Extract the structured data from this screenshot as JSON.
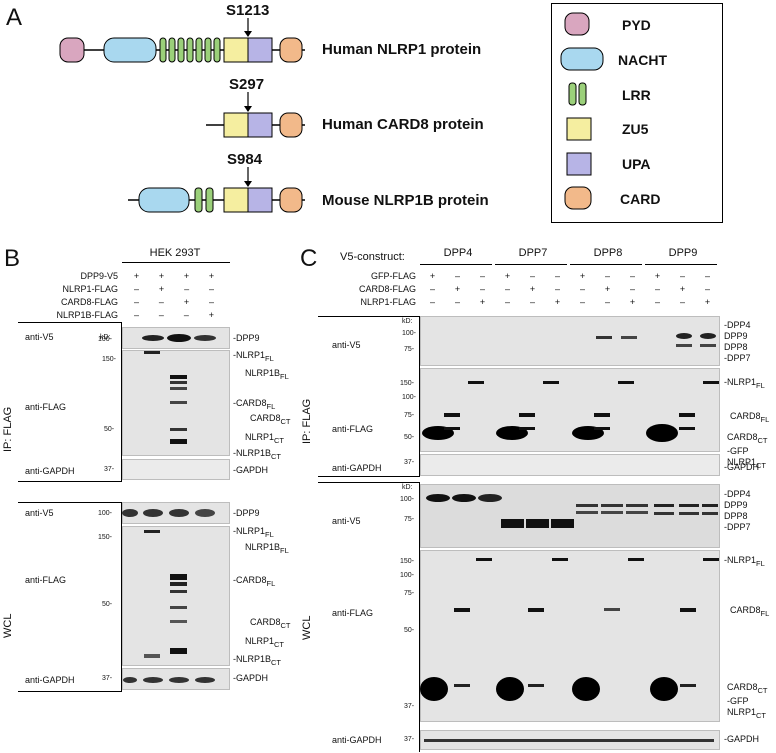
{
  "panels": {
    "a": "A",
    "b": "B",
    "c": "C"
  },
  "panel_a": {
    "sites": [
      "S1213",
      "S297",
      "S984"
    ],
    "proteins": [
      "Human NLRP1 protein",
      "Human CARD8 protein",
      "Mouse NLRP1B protein"
    ],
    "legend": [
      {
        "label": "PYD",
        "color": "#d9a6bf"
      },
      {
        "label": "NACHT",
        "color": "#a9d8ef"
      },
      {
        "label": "LRR",
        "color": "#9bd07a"
      },
      {
        "label": "ZU5",
        "color": "#f5eea0"
      },
      {
        "label": "UPA",
        "color": "#b7b4e6"
      },
      {
        "label": "CARD",
        "color": "#f2b98a"
      }
    ]
  },
  "panel_b": {
    "cell_line": "HEK 293T",
    "conditions": [
      {
        "label": "DPP9-V5",
        "marks": [
          "+",
          "+",
          "+",
          "+"
        ]
      },
      {
        "label": "NLRP1-FLAG",
        "marks": [
          "–",
          "+",
          "–",
          "–"
        ]
      },
      {
        "label": "CARD8-FLAG",
        "marks": [
          "–",
          "–",
          "+",
          "–"
        ]
      },
      {
        "label": "NLRP1B-FLAG",
        "marks": [
          "–",
          "–",
          "–",
          "+"
        ]
      }
    ],
    "ip_label": "IP: FLAG",
    "wcl_label": "WCL",
    "kd_label": "kD:",
    "ip_blots": {
      "v5": "anti-V5",
      "flag": "anti-FLAG",
      "gapdh": "anti-GAPDH"
    },
    "wcl_blots": {
      "v5": "anti-V5",
      "flag": "anti-FLAG",
      "gapdh": "anti-GAPDH"
    },
    "markers": {
      "m100": "100-",
      "m150": "150-",
      "m50": "50-",
      "m37": "37-"
    },
    "bands": {
      "dpp9": "DPP9",
      "nlrp1fl": "NLRP1",
      "nlrp1bfl": "NLRP1B",
      "card8fl": "CARD8",
      "card8ct": "CARD8",
      "nlrp1ct": "NLRP1",
      "nlrp1bct": "NLRP1B",
      "gapdh": "GAPDH",
      "fl": "FL",
      "ct": "CT"
    }
  },
  "panel_c": {
    "construct_label": "V5-construct:",
    "constructs": [
      "DPP4",
      "DPP7",
      "DPP8",
      "DPP9"
    ],
    "conditions": [
      {
        "label": "GFP-FLAG",
        "marks": [
          "+",
          "–",
          "–"
        ]
      },
      {
        "label": "CARD8-FLAG",
        "marks": [
          "–",
          "+",
          "–"
        ]
      },
      {
        "label": "NLRP1-FLAG",
        "marks": [
          "–",
          "–",
          "+"
        ]
      }
    ],
    "ip_label": "IP: FLAG",
    "wcl_label": "WCL",
    "blots": {
      "v5": "anti-V5",
      "flag": "anti-FLAG",
      "gapdh": "anti-GAPDH"
    },
    "kd_label": "kD:",
    "markers": {
      "m150": "150-",
      "m100": "100-",
      "m75": "75-",
      "m50": "50-",
      "m37": "37-"
    },
    "bands": {
      "dpp4": "DPP4",
      "dpp9": "DPP9",
      "dpp8": "DPP8",
      "dpp7": "DPP7",
      "nlrp1": "NLRP1",
      "card8": "CARD8",
      "gfp": "GFP",
      "gapdh": "GAPDH",
      "fl": "FL",
      "ct": "CT"
    }
  }
}
